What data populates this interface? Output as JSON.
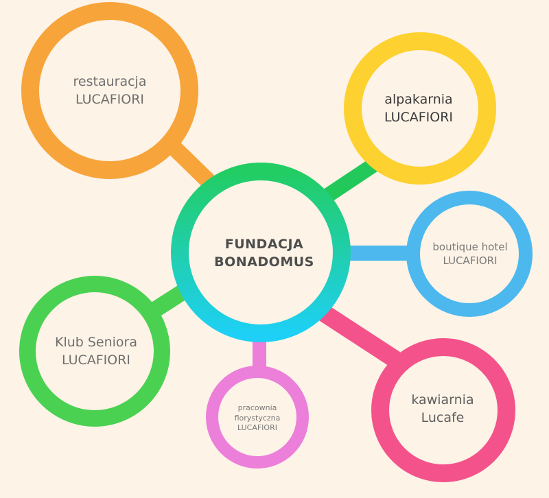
{
  "diagram": {
    "center": {
      "lines": [
        "FUNDACJA",
        "BONADOMUS"
      ],
      "color": "#00d0d0"
    },
    "nodes": [
      {
        "id": "restauracja",
        "lines": [
          "restauracja",
          "LUCAFIORI"
        ],
        "color": "#f7a43b"
      },
      {
        "id": "alpakarnia",
        "lines": [
          "alpakarnia",
          "LUCAFIORI"
        ],
        "color": "#fdd12f"
      },
      {
        "id": "boutique",
        "lines": [
          "boutique hotel",
          "LUCAFIORI"
        ],
        "color": "#4cb8ee"
      },
      {
        "id": "klub",
        "lines": [
          "Klub Seniora",
          "LUCAFIORI"
        ],
        "color": "#4ad152"
      },
      {
        "id": "pracownia",
        "lines": [
          "pracownia",
          "florystyczna",
          "LUCAFIORI"
        ],
        "color": "#eb7fd9"
      },
      {
        "id": "kawiarnia",
        "lines": [
          "kawiarnia",
          "Lucafe"
        ],
        "color": "#f3538a"
      }
    ],
    "connector_colors": {
      "restauracja": "#f7a43b",
      "alpakarnia": "#22c95a",
      "boutique": "#4cb8ee",
      "klub": "#4ad152",
      "pracownia": "#eb7fd9",
      "kawiarnia": "#f3538a"
    }
  }
}
